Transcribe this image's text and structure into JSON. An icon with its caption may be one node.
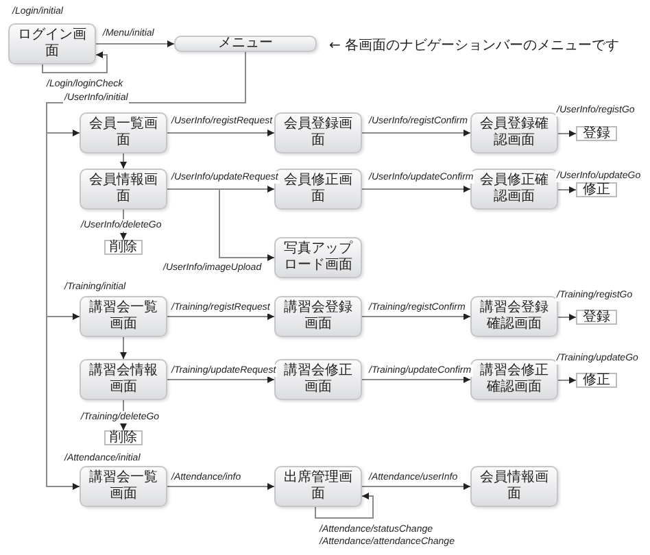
{
  "diagram": {
    "nodes": [
      {
        "text": [
          "ログイン画面"
        ]
      },
      {
        "text": [
          "メニュー"
        ]
      },
      {
        "text": [
          "会員一覧画面"
        ]
      },
      {
        "text": [
          "会員登録画面"
        ]
      },
      {
        "text": [
          "会員登録確認画面"
        ]
      },
      {
        "text": [
          "登録"
        ]
      },
      {
        "text": [
          "会員情報画面"
        ]
      },
      {
        "text": [
          "会員修正画面"
        ]
      },
      {
        "text": [
          "会員修正確認画面"
        ]
      },
      {
        "text": [
          "修正"
        ]
      },
      {
        "text": [
          "削除"
        ]
      },
      {
        "text": [
          "写真アップロード画面"
        ]
      },
      {
        "text": [
          "講習会一覧画面"
        ]
      },
      {
        "text": [
          "講習会登録画面"
        ]
      },
      {
        "text": [
          "講習会登録確認画面"
        ]
      },
      {
        "text": [
          "登録"
        ]
      },
      {
        "text": [
          "講習会情報画面"
        ]
      },
      {
        "text": [
          "講習会修正画面"
        ]
      },
      {
        "text": [
          "講習会修正確認画面"
        ]
      },
      {
        "text": [
          "修正"
        ]
      },
      {
        "text": [
          "削除"
        ]
      },
      {
        "text": [
          "講習会一覧画面"
        ]
      },
      {
        "text": [
          "出席管理画面"
        ]
      },
      {
        "text": [
          "会員情報画面"
        ]
      }
    ],
    "edges": [
      {
        "from": 0,
        "to": 1,
        "arrow": "to",
        "label": "/Menu/initial"
      },
      {
        "from": 0,
        "to": 0,
        "arrow": "to",
        "label": "/Login/loginCheck"
      },
      {
        "from": 1,
        "to": 2,
        "arrow": "to",
        "label": "/UserInfo/initial"
      },
      {
        "from": 1,
        "to": 12,
        "arrow": "to",
        "label": "/Training/initial"
      },
      {
        "from": 1,
        "to": 21,
        "arrow": "to",
        "label": "/Attendance/initial"
      },
      {
        "from": 2,
        "to": 3,
        "arrow": "to",
        "label": "/UserInfo/registRequest"
      },
      {
        "from": 3,
        "to": 4,
        "arrow": "to",
        "label": "/UserInfo/registConfirm"
      },
      {
        "from": 4,
        "to": 5,
        "arrow": "to",
        "label": "/UserInfo/registGo"
      },
      {
        "from": 2,
        "to": 6,
        "arrow": "to"
      },
      {
        "from": 6,
        "to": 7,
        "arrow": "to",
        "label": "/UserInfo/updateRequest"
      },
      {
        "from": 7,
        "to": 8,
        "arrow": "to",
        "label": "/UserInfo/updateConfirm"
      },
      {
        "from": 8,
        "to": 9,
        "arrow": "to",
        "label": "/UserInfo/updateGo"
      },
      {
        "from": 6,
        "to": 10,
        "arrow": "to",
        "label": "/UserInfo/deleteGo"
      },
      {
        "from": 6,
        "to": 11,
        "arrow": "to",
        "label": "/UserInfo/imageUpload"
      },
      {
        "from": 12,
        "to": 13,
        "arrow": "to",
        "label": "/Training/registRequest"
      },
      {
        "from": 13,
        "to": 14,
        "arrow": "to",
        "label": "/Training/registConfirm"
      },
      {
        "from": 14,
        "to": 15,
        "arrow": "to",
        "label": "/Training/registGo"
      },
      {
        "from": 12,
        "to": 16,
        "arrow": "to"
      },
      {
        "from": 16,
        "to": 17,
        "arrow": "to",
        "label": "/Training/updateRequest"
      },
      {
        "from": 17,
        "to": 18,
        "arrow": "to",
        "label": "/Training/updateConfirm"
      },
      {
        "from": 18,
        "to": 19,
        "arrow": "to",
        "label": "/Training/updateGo"
      },
      {
        "from": 16,
        "to": 20,
        "arrow": "to",
        "label": "/Training/deleteGo"
      },
      {
        "from": 21,
        "to": 22,
        "arrow": "to",
        "label": "/Attendance/info"
      },
      {
        "from": 22,
        "to": 23,
        "arrow": "to",
        "label": "/Attendance/userInfo"
      },
      {
        "from": 22,
        "to": 22,
        "arrow": "to",
        "label": "/Attendance/statusChange /Attendance/attendanceChange"
      }
    ],
    "labels": [
      "/Login/initial",
      "← 各画面のナビゲーションバーのメニューです"
    ]
  }
}
